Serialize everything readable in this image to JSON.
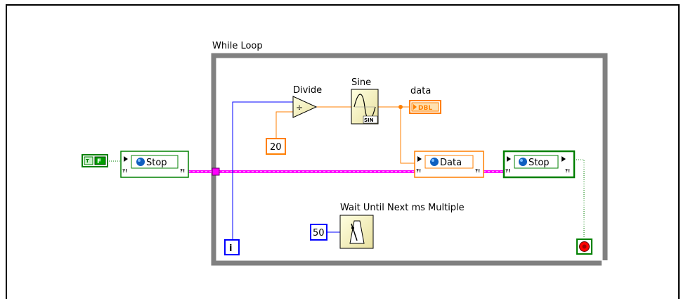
{
  "loop": {
    "label": "While Loop"
  },
  "nodes": {
    "divide": {
      "label": "Divide"
    },
    "sine": {
      "label": "Sine",
      "badge": "SIN"
    },
    "data_indicator": {
      "label": "data",
      "type": "DBL"
    },
    "constant_20": {
      "value": "20"
    },
    "constant_50": {
      "value": "50"
    },
    "wait": {
      "label": "Wait Until Next ms Multiple"
    },
    "false_constant": {
      "value": "F"
    },
    "stop_property_outer": {
      "label": "Stop"
    },
    "data_property": {
      "label": "Data"
    },
    "stop_property_inner": {
      "label": "Stop"
    },
    "iteration": {
      "label": "i"
    }
  },
  "colors": {
    "loop_border": "#808080",
    "numeric_wire": "#ff7f00",
    "integer_wire": "#0000ff",
    "reference_wire": "#ff00ff",
    "boolean_wire": "#006400",
    "node_fill": "#ffffcc",
    "stop_red": "#ff0000"
  }
}
